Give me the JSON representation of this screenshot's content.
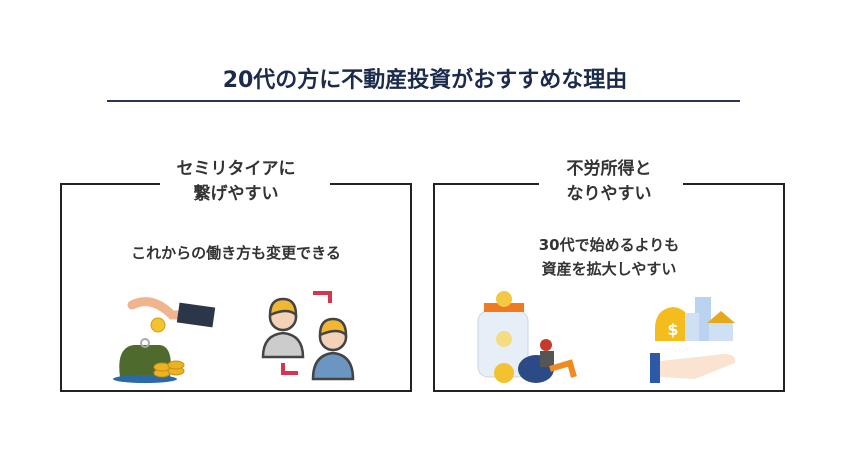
{
  "title": "20代の方に不動産投資がおすすめな理由",
  "cards": [
    {
      "heading": [
        "セミリタイアに",
        "繋げやすい"
      ],
      "description": [
        "これからの働き方も変更できる"
      ],
      "icons": [
        "coin-purse-icon",
        "job-change-icon"
      ]
    },
    {
      "heading": [
        "不労所得と",
        "なりやすい"
      ],
      "description": [
        "30代で始めるよりも",
        "資産を拡大しやすい"
      ],
      "icons": [
        "savings-jar-icon",
        "real-estate-asset-icon"
      ]
    }
  ]
}
